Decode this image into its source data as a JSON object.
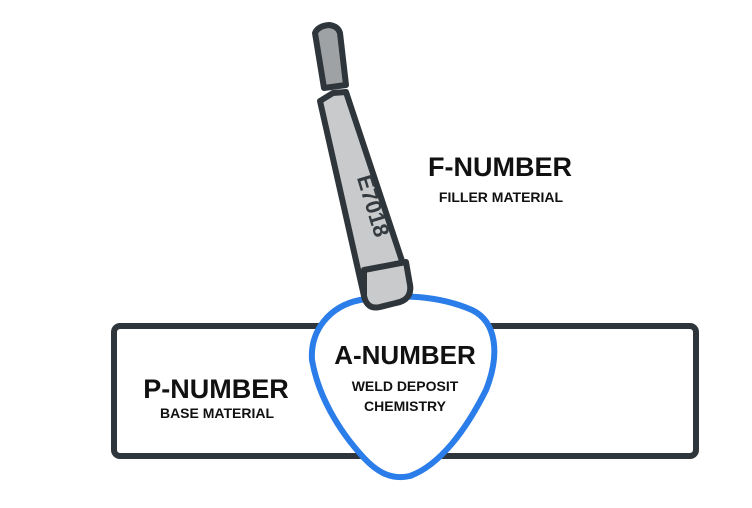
{
  "electrode": {
    "marking": "E7018"
  },
  "f_number": {
    "title": "F-NUMBER",
    "subtitle": "FILLER MATERIAL"
  },
  "p_number": {
    "title": "P-NUMBER",
    "subtitle": "BASE MATERIAL"
  },
  "a_number": {
    "title": "A-NUMBER",
    "subtitle_line1": "WELD DEPOSIT",
    "subtitle_line2": "CHEMISTRY"
  },
  "colors": {
    "outline": "#2f363b",
    "rod_fill": "#c9cacb",
    "weld_outline": "#2b7de9",
    "text": "#111111"
  }
}
